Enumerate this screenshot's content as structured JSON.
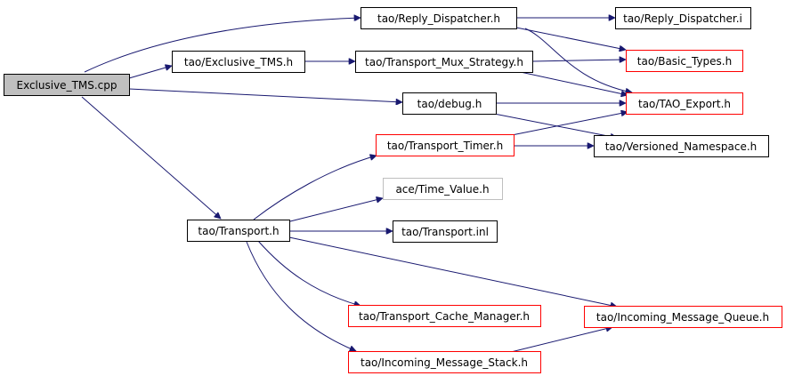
{
  "nodes": {
    "exclusive_tms_cpp": "Exclusive_TMS.cpp",
    "reply_dispatcher_h": "tao/Reply_Dispatcher.h",
    "reply_dispatcher_i": "tao/Reply_Dispatcher.i",
    "exclusive_tms_h": "tao/Exclusive_TMS.h",
    "transport_mux_strategy_h": "tao/Transport_Mux_Strategy.h",
    "basic_types_h": "tao/Basic_Types.h",
    "debug_h": "tao/debug.h",
    "tao_export_h": "tao/TAO_Export.h",
    "transport_timer_h": "tao/Transport_Timer.h",
    "versioned_namespace_h": "tao/Versioned_Namespace.h",
    "time_value_h": "ace/Time_Value.h",
    "transport_h": "tao/Transport.h",
    "transport_inl": "tao/Transport.inl",
    "transport_cache_manager_h": "tao/Transport_Cache_Manager.h",
    "incoming_message_queue_h": "tao/Incoming_Message_Queue.h",
    "incoming_message_stack_h": "tao/Incoming_Message_Stack.h"
  },
  "colors": {
    "edge": "#191970",
    "root_fill": "#bfbfbf",
    "truncated_border": "#ff0000",
    "undocumented_border": "#bfbfbf",
    "normal_border": "#000000"
  }
}
